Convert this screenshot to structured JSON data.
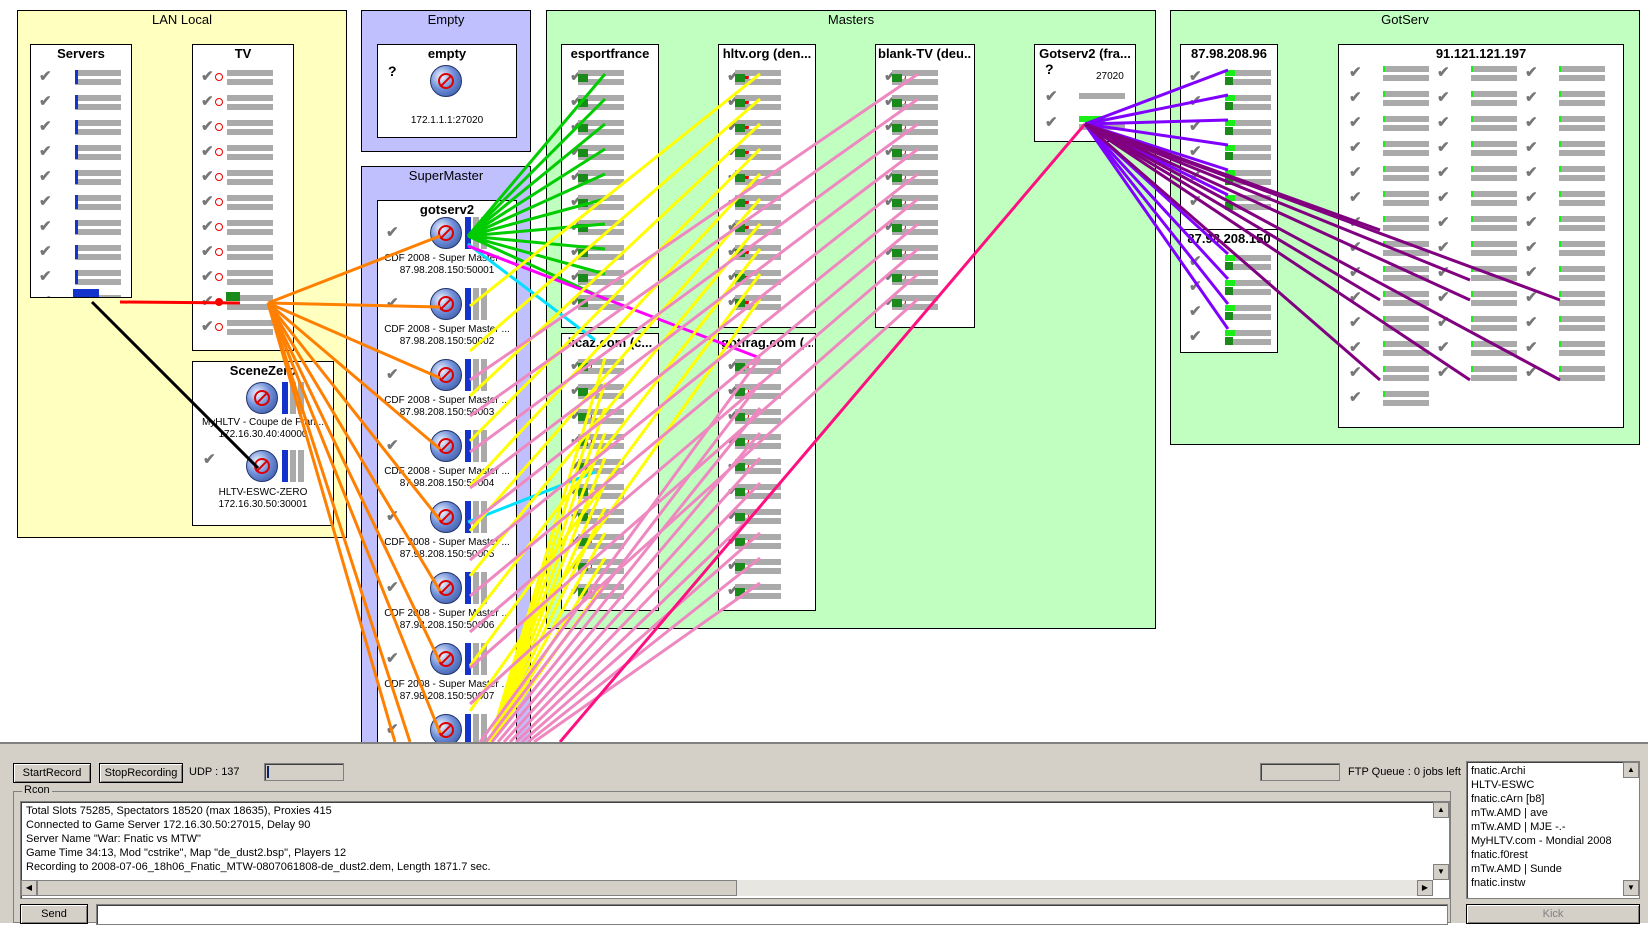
{
  "groups": {
    "lan_local": "LAN Local",
    "empty": "Empty",
    "supermaster": "SuperMaster",
    "masters": "Masters",
    "gotserv": "GotServ"
  },
  "nodes": {
    "servers": "Servers",
    "tv": "TV",
    "scenezero": "SceneZero",
    "empty_node": "empty",
    "gotserv2": "gotserv2",
    "esportfrance": "esportfrance",
    "hltv": "hltv.org (den...",
    "blanktv": "blank-TV (deu...",
    "gotserv2fr": "Gotserv2 (fra...",
    "iicaz": "iicaz.com (c...",
    "gotfrag": "gotfrag.com (...",
    "ip1": "87.98.208.96",
    "ip2": "87.98.208.150",
    "ip3": "91.121.121.197"
  },
  "captions": {
    "empty_addr": "172.1.1.1:27020",
    "scene1_name": "MyHLTV - Coupe de Fran...",
    "scene1_addr": "172.16.30.40:40000",
    "scene2_name": "HLTV-ESWC-ZERO",
    "scene2_addr": "172.16.30.50:30001",
    "gs2_port": "27020",
    "qmark": "?",
    "sm_name": "CDF 2008 - Super Master ...",
    "sm_addrs": [
      "87.98.208.150:50001",
      "87.98.208.150:50002",
      "87.98.208.150:50003",
      "87.98.208.150:50004",
      "87.98.208.150:50005",
      "87.98.208.150:50006",
      "87.98.208.150:50007"
    ]
  },
  "panel": {
    "start_record": "StartRecord",
    "stop_recording": "StopRecording",
    "udp": "UDP : 137",
    "ftp_queue": "FTP Queue : 0 jobs left",
    "rcon_label": "Rcon",
    "send": "Send",
    "kick": "Kick",
    "log": [
      "Total Slots 75285, Spectators 18520 (max 18635), Proxies 415",
      "Connected to Game Server 172.16.30.50:27015, Delay 90",
      "Server Name \"War: Fnatic vs MTW\"",
      "Game Time 34:13, Mod \"cstrike\", Map \"de_dust2.bsp\", Players 12",
      "Recording to 2008-07-06_18h06_Fnatic_MTW-0807061808-de_dust2.dem, Length 1871.7 sec."
    ],
    "players": [
      "fnatic.Archi",
      "HLTV-ESWC",
      "fnatic.cArn [b8]",
      "mTw.AMD | ave",
      "mTw.AMD | MJE -.-",
      "MyHLTV.com - Mondial 2008",
      "fnatic.f0rest",
      "mTw.AMD | Sunde",
      "fnatic.instw"
    ]
  },
  "colors": {
    "lan": "#ffffc0",
    "empty": "#c0c0ff",
    "masters": "#c0ffc0",
    "wire_red": "#ff0000",
    "wire_black": "#000000",
    "wire_orange": "#ff8000",
    "wire_green": "#00cc00",
    "wire_yellow": "#ffff00",
    "wire_pink": "#ee88c0",
    "wire_cyan": "#00e0ff",
    "wire_magenta": "#ff00ff",
    "wire_hotpink": "#ff1080",
    "wire_violet": "#8000ff",
    "wire_purple": "#800080"
  },
  "icons": {
    "check": "✔",
    "globe": "globe-icon"
  }
}
